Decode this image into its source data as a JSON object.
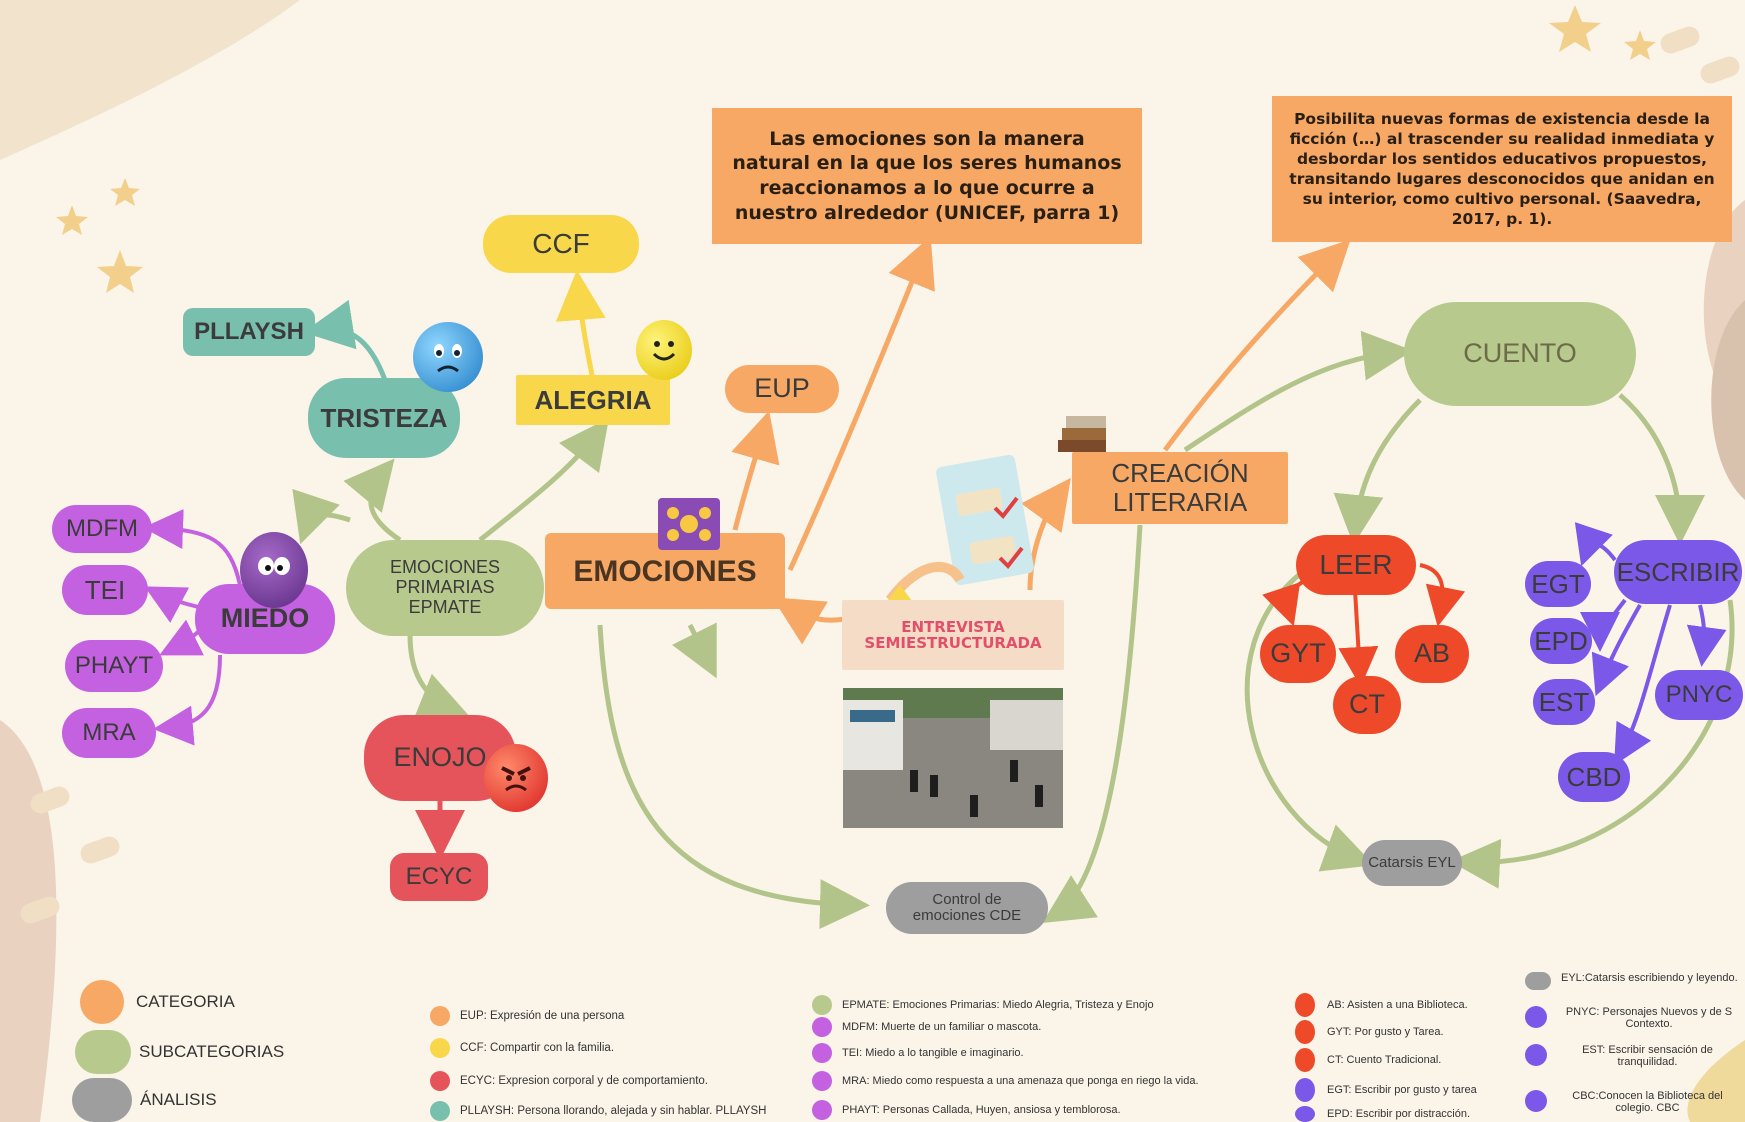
{
  "quotes": {
    "left": "Las emociones son la manera natural en la que los seres humanos reaccionamos a lo que ocurre a nuestro alrededor (UNICEF, parra 1)",
    "right": "Posibilita nuevas formas de existencia desde la ficción (…) al trascender su realidad inmediata y desbordar los sentidos educativos propuestos, transitando lugares desconocidos que anidan en su interior, como cultivo personal. (Saavedra, 2017, p. 1)."
  },
  "nodes": {
    "emociones": "EMOCIONES",
    "epmate": "EMOCIONES PRIMARIAS EPMATE",
    "tristeza": "TRISTEZA",
    "pllaysh": "PLLAYSH",
    "alegria": "ALEGRIA",
    "ccf": "CCF",
    "eup": "EUP",
    "miedo": "MIEDO",
    "mdfm": "MDFM",
    "tei": "TEI",
    "phayt": "PHAYT",
    "mra": "MRA",
    "enojo": "ENOJO",
    "ecyc": "ECYC",
    "entrevista": "ENTREVISTA SEMIESTRUCTURADA",
    "creacion": "CREACIÓN LITERARIA",
    "cuento": "CUENTO",
    "leer": "LEER",
    "gyt": "GYT",
    "ab": "AB",
    "ct": "CT",
    "escribir": "ESCRIBIR",
    "egt": "EGT",
    "epd": "EPD",
    "est": "EST",
    "pnyc": "PNYC",
    "cbd": "CBD",
    "catarsis": "Catarsis EYL",
    "control": "Control de emociones CDE"
  },
  "legend_key": [
    {
      "label": "CATEGORIA",
      "color": "#f6a864"
    },
    {
      "label": "SUBCATEGORIAS",
      "color": "#b7c98c"
    },
    {
      "label": "ÁNALISIS",
      "color": "#9e9e9e"
    }
  ],
  "legend_col1": [
    {
      "text": "EUP: Expresión de una persona",
      "color": "#f6a864"
    },
    {
      "text": "CCF: Compartir con la familia.",
      "color": "#f8d84a"
    },
    {
      "text": "ECYC: Expresion corporal y de comportamiento.",
      "color": "#e5545a"
    },
    {
      "text": "PLLAYSH: Persona llorando, alejada y sin hablar. PLLAYSH",
      "color": "#79bfae"
    }
  ],
  "legend_col2": [
    {
      "text": "EPMATE: Emociones Primarias: Miedo Alegria, Tristeza y Enojo",
      "color": "#b7c98c"
    },
    {
      "text": "MDFM: Muerte de un familiar o mascota.",
      "color": "#c461e0"
    },
    {
      "text": "TEI: Miedo a lo tangible e imaginario.",
      "color": "#c461e0"
    },
    {
      "text": "MRA: Miedo como respuesta a una amenaza que ponga en riego la vida.",
      "color": "#c461e0"
    },
    {
      "text": "PHAYT: Personas Callada, Huyen, ansiosa y temblorosa.",
      "color": "#c461e0"
    }
  ],
  "legend_col3": [
    {
      "text": "AB: Asisten a una Biblioteca.",
      "color": "#ee4a2a"
    },
    {
      "text": "GYT: Por gusto y Tarea.",
      "color": "#ee4a2a"
    },
    {
      "text": "CT: Cuento Tradicional.",
      "color": "#ee4a2a"
    },
    {
      "text": "EGT: Escribir por gusto y tarea",
      "color": "#7b58e8"
    },
    {
      "text": "EPD: Escribir por distracción.",
      "color": "#7b58e8"
    }
  ],
  "legend_col4": [
    {
      "text": "EYL:Catarsis escribiendo y leyendo.",
      "color": "#9e9e9e"
    },
    {
      "text": "PNYC: Personajes Nuevos y de S Contexto.",
      "color": "#7b58e8"
    },
    {
      "text": "EST: Escribir sensación de tranquilidad.",
      "color": "#7b58e8"
    },
    {
      "text": "CBC:Conocen la Biblioteca del colegio. CBC",
      "color": "#7b58e8"
    }
  ],
  "colors": {
    "arrow_green": "#b3c48a",
    "orange": "#f6a864",
    "purple": "#c461e0",
    "red": "#e5545a",
    "leer_red": "#ee4a2a",
    "escribir_violet": "#7b58e8",
    "teal": "#79bfae",
    "yellow": "#f8d84a"
  }
}
